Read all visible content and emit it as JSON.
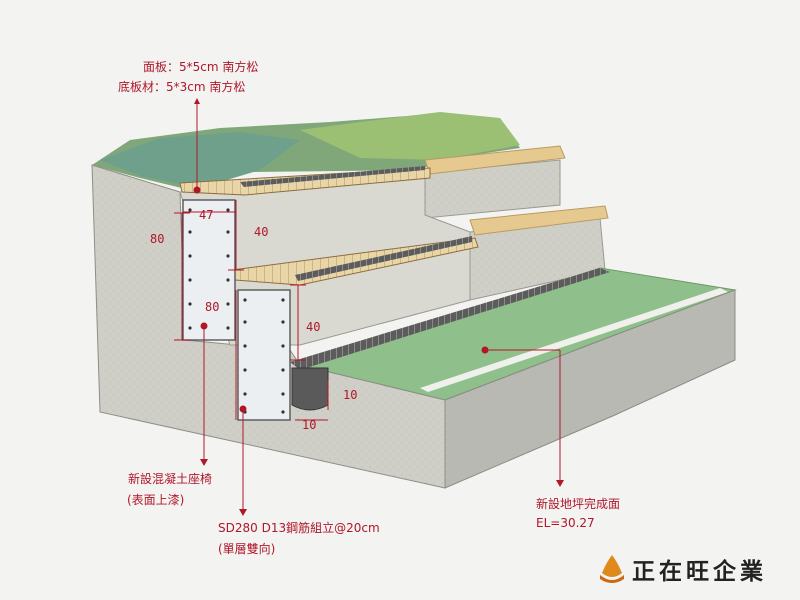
{
  "notes": {
    "top_panel": "面板：5*5cm 南方松",
    "top_base": "底板材：5*3cm 南方松",
    "bench": "新設混凝土座椅",
    "bench_sub": "(表面上漆)",
    "rebar": "SD280 D13鋼筋組立@20cm",
    "rebar_sub": "(單層雙向)",
    "ground": "新設地坪完成面",
    "ground_el": "EL=30.27"
  },
  "dims": {
    "d47": "47",
    "d80a": "80",
    "d40a": "40",
    "d80b": "80",
    "d40b": "40",
    "d10a": "10",
    "d10b": "10"
  },
  "brand": {
    "name": "正在旺企業",
    "icon": "lotus-icon",
    "color": "#e08a1e"
  },
  "colors": {
    "annotation": "#b0172a",
    "concrete": "#d6d6d0",
    "wood": "#e6cf9c",
    "grass": "#8fbf8a"
  }
}
